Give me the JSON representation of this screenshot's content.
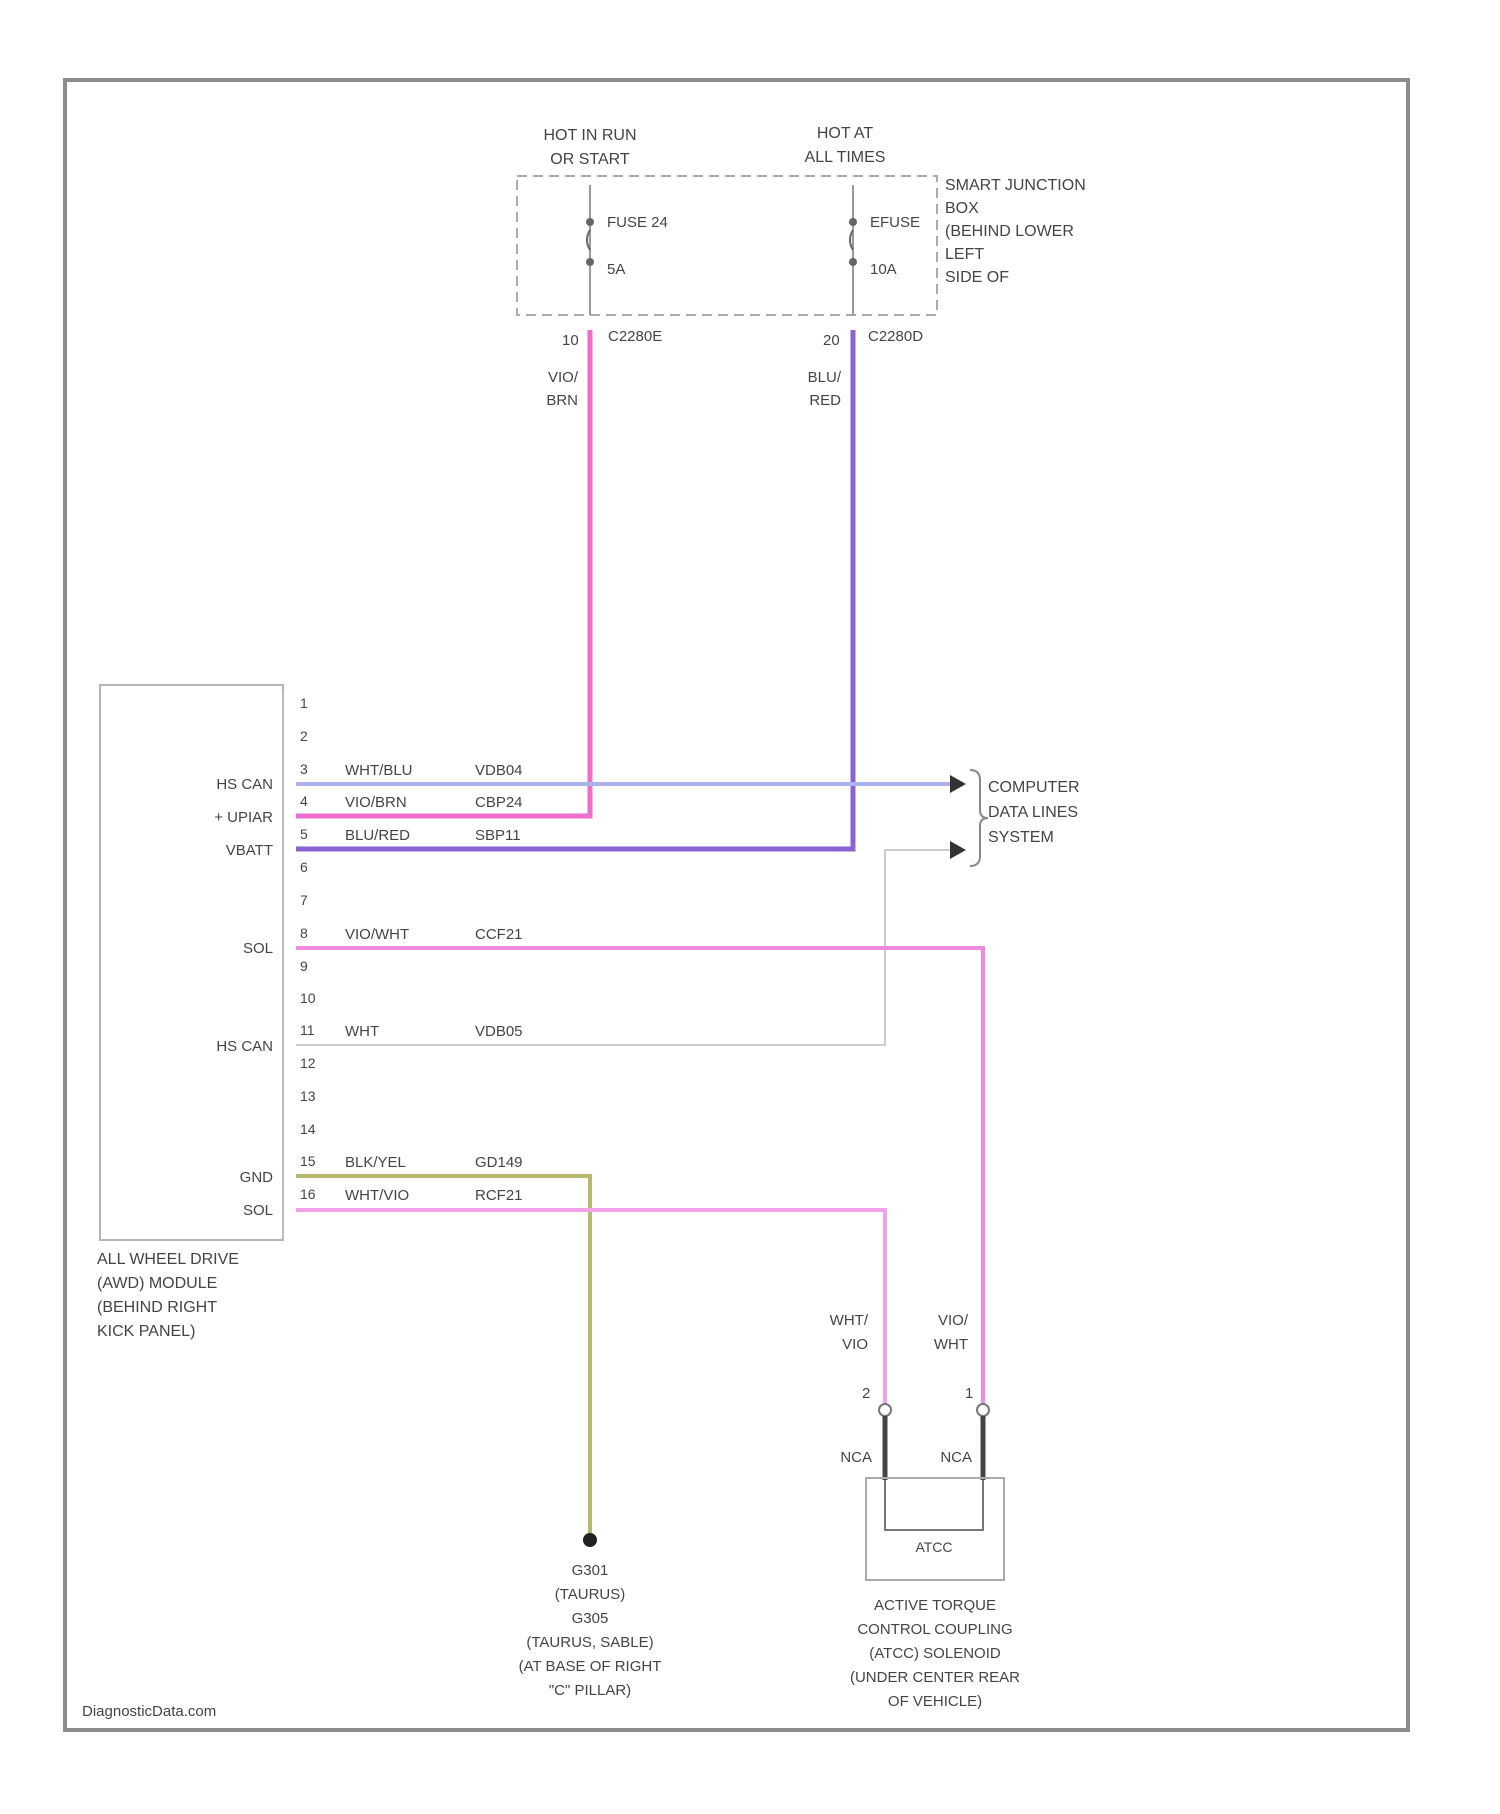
{
  "fuse_box": {
    "title_left": [
      "HOT IN RUN",
      "OR START"
    ],
    "title_right": [
      "HOT AT",
      "ALL TIMES"
    ],
    "name": [
      "SMART JUNCTION",
      "BOX",
      "(BEHIND LOWER",
      "LEFT",
      "SIDE OF"
    ],
    "fuse_a_name": "FUSE 24",
    "fuse_a_rating": "5A",
    "fuse_b_name": "EFUSE",
    "fuse_b_rating": "10A",
    "pin_a": "10",
    "conn_a": "C2280E",
    "pin_b": "20",
    "conn_b": "C2280D",
    "wire_a_color": [
      "VIO/",
      "BRN"
    ],
    "wire_b_color": [
      "BLU/",
      "RED"
    ]
  },
  "module": {
    "name": [
      "ALL WHEEL DRIVE",
      "(AWD) MODULE",
      "(BEHIND RIGHT",
      "KICK PANEL)"
    ],
    "pins": [
      "1",
      "2",
      "3",
      "4",
      "5",
      "6",
      "7",
      "8",
      "9",
      "10",
      "11",
      "12",
      "13",
      "14",
      "15",
      "16"
    ],
    "signals": {
      "hs_can_high": "HS CAN",
      "upiar": "+ UPIAR",
      "vbatt": "VBATT",
      "sol_a": "SOL",
      "hs_can_low": "HS CAN",
      "gnd": "GND",
      "sol_b": "SOL"
    },
    "wires": [
      {
        "color": "WHT/BLU",
        "circuit": "VDB04"
      },
      {
        "color": "VIO/BRN",
        "circuit": "CBP24"
      },
      {
        "color": "BLU/RED",
        "circuit": "SBP11"
      },
      {
        "color": "VIO/WHT",
        "circuit": "CCF21"
      },
      {
        "color": "WHT",
        "circuit": "VDB05"
      },
      {
        "color": "BLK/YEL",
        "circuit": "GD149"
      },
      {
        "color": "WHT/VIO",
        "circuit": "RCF21"
      }
    ]
  },
  "data_lines": [
    "COMPUTER",
    "DATA LINES",
    "SYSTEM"
  ],
  "ground": [
    "G301",
    "(TAURUS)",
    "G305",
    "(TAURUS, SABLE)",
    "(AT BASE OF RIGHT",
    "\"C\" PILLAR)"
  ],
  "solenoid": {
    "name": [
      "ACTIVE TORQUE",
      "CONTROL COUPLING",
      "(ATCC) SOLENOID",
      "(UNDER CENTER REAR",
      "OF VEHICLE)"
    ],
    "wire_left_color": [
      "WHT/",
      "VIO"
    ],
    "wire_right_color": [
      "VIO/",
      "WHT"
    ],
    "pin_left": "2",
    "pin_right": "1",
    "conn_left": "NCA",
    "conn_right": "NCA",
    "inner_label": "ATCC"
  },
  "footer": "DiagnosticData.com",
  "colors": {
    "vio_brn": "#ee6ecf",
    "blu_red": "#8a63d2",
    "wht_blu": "#aab3ec",
    "vio_wht": "#f08ae0",
    "wht": "#cccccc",
    "blk_yel": "#b7b96c",
    "wht_vio": "#f2a0e8"
  }
}
